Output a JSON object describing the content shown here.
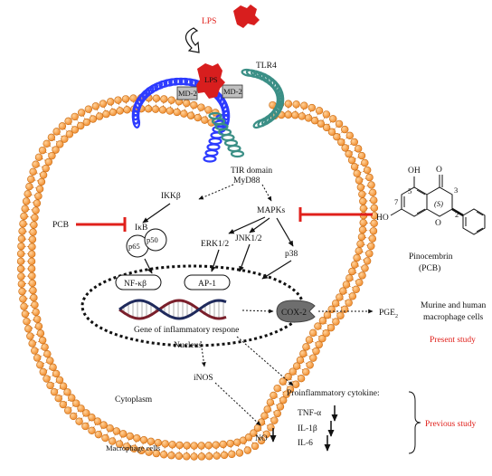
{
  "labels": {
    "lps_top": "LPS",
    "lps_bound": "LPS",
    "tlr4": "TLR4",
    "md2_left": "MD-2",
    "md2_right": "MD-2",
    "tir_domain": "TIR domain",
    "myd88": "MyD88",
    "ikk": "IKKβ",
    "mapks": "MAPKs",
    "pcb": "PCB",
    "ikb": "IκB",
    "p65": "p65",
    "p50": "p50",
    "erk": "ERK1/2",
    "jnk": "JNK1/2",
    "p38": "p38",
    "nfkb": "NF-κβ",
    "ap1": "AP-1",
    "gene": "Gene of inflammatory respone",
    "nucleus": "Nucleus",
    "cox2": "COX-2",
    "pge2": "PGE",
    "pge2_sub": "2",
    "murine_line1": "Murine and human",
    "murine_line2": "macrophage cells",
    "present_study": "Present study",
    "inos": "iNOS",
    "cytoplasm": "Cytoplasm",
    "macrophage": "Macrophage cells",
    "no": "NO",
    "proinflammatory": "Proinflammatory cytokine:",
    "tnf": "TNF-α",
    "il1": "IL-1β",
    "il6": "IL-6",
    "previous_study": "Previous study",
    "pinocembrin": "Pinocembrin",
    "pcb_paren": "(PCB)",
    "oh_top": "OH",
    "oh_left": "HO",
    "o_ketone": "O",
    "o_ring": "O",
    "s_label": "(S)",
    "n5": "5",
    "n7": "7",
    "n3": "3",
    "n2": "2"
  },
  "colors": {
    "membrane": "#f39a3a",
    "membrane_dark": "#c86a12",
    "tlr4_blue": "#2d3bff",
    "tlr4_teal": "#3b8f86",
    "lps_red": "#d81e1e",
    "inhibit_red": "#e0201b",
    "cox_gray": "#6e6e6e"
  }
}
